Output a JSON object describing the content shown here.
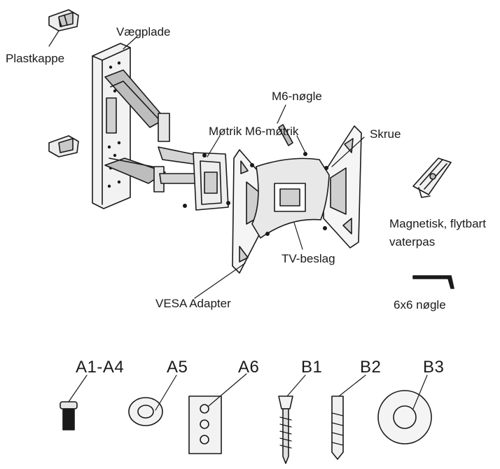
{
  "labels": {
    "plastkappe": "Plastkappe",
    "vaegplade": "Vægplade",
    "m6_noegle": "M6-nøgle",
    "moetrik": "Møtrik M6-møtrik",
    "skrue": "Skrue",
    "magnetisk": "Magnetisk, flytbart",
    "vaterpas": "vaterpas",
    "tv_beslag": "TV-beslag",
    "vesa": "VESA Adapter",
    "noegle_6x6": "6x6 nøgle"
  },
  "parts": {
    "a1_a4": "A1-A4",
    "a5": "A5",
    "a6": "A6",
    "b1": "B1",
    "b2": "B2",
    "b3": "B3"
  },
  "colors": {
    "ink": "#1a1a1a",
    "paper": "#ffffff",
    "fill_light": "#e6e6e6",
    "fill_mid": "#bdbdbd"
  }
}
